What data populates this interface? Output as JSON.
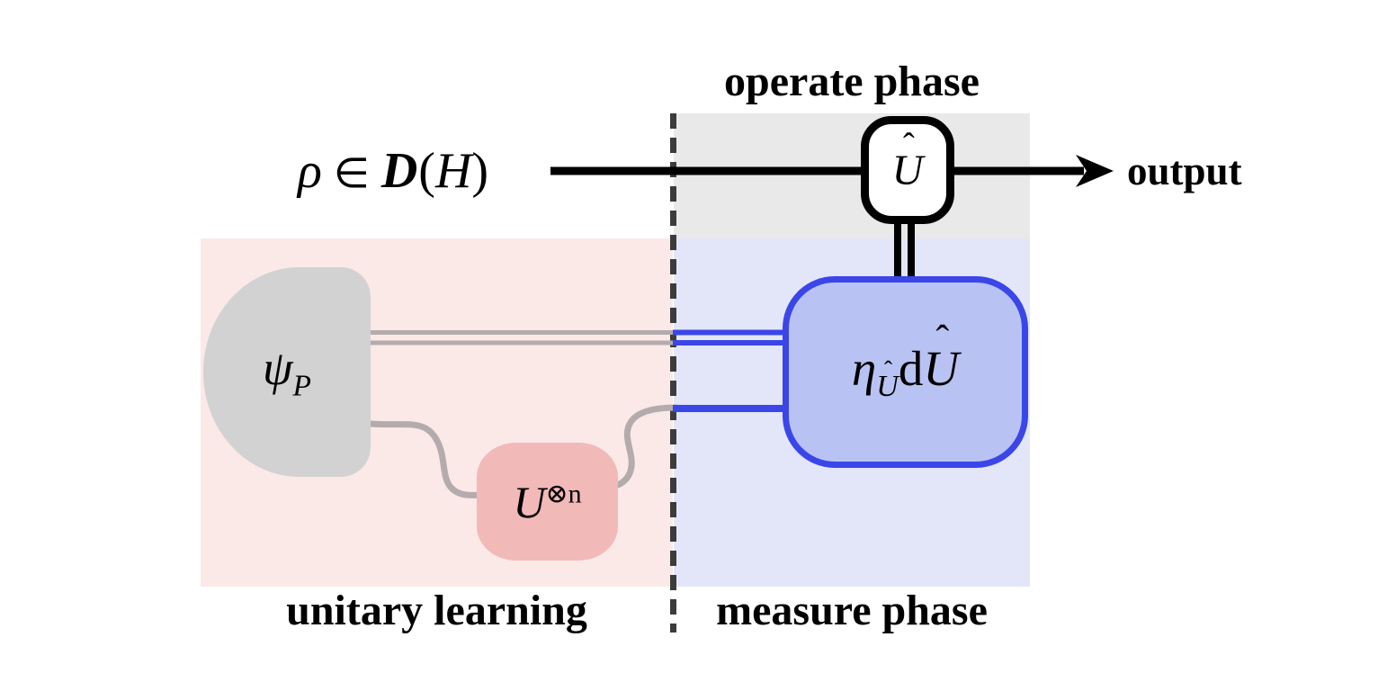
{
  "diagram": {
    "phase_labels": {
      "operate": "operate phase",
      "measure": "measure phase",
      "learning": "unitary learning"
    },
    "input_state": {
      "full_unicode": "ρ ∈ 𝔇(ℋ)",
      "rho": "ρ",
      "element_of": "∈",
      "domain_letter": "D",
      "open_paren": "(",
      "hilbert_letter": "H",
      "close_paren": ")"
    },
    "output_label": "output",
    "nodes": {
      "prior_state": {
        "base": "ψ",
        "subscript": "P"
      },
      "unitary_copies": {
        "base": "U",
        "superscript": "⊗n"
      },
      "measure_rule": {
        "eta": "η",
        "sub_base": "U",
        "hat": "ˆ",
        "differential": "d",
        "base": "U"
      },
      "operator": {
        "base": "U",
        "hat": "ˆ"
      }
    },
    "colors": {
      "pink_bg": "#fbe9e8",
      "blue_bg": "#e3e6f9",
      "gray_band": "#e9e9e9",
      "blob_gray": "#d2d2d2",
      "red_box": "#f2b9b9",
      "blue_box_fill": "#b9c3f3",
      "blue_accent": "#3a46e8",
      "wire_gray": "#b4acac",
      "dash_gray": "#3c3c3c",
      "ink": "#000000"
    }
  }
}
